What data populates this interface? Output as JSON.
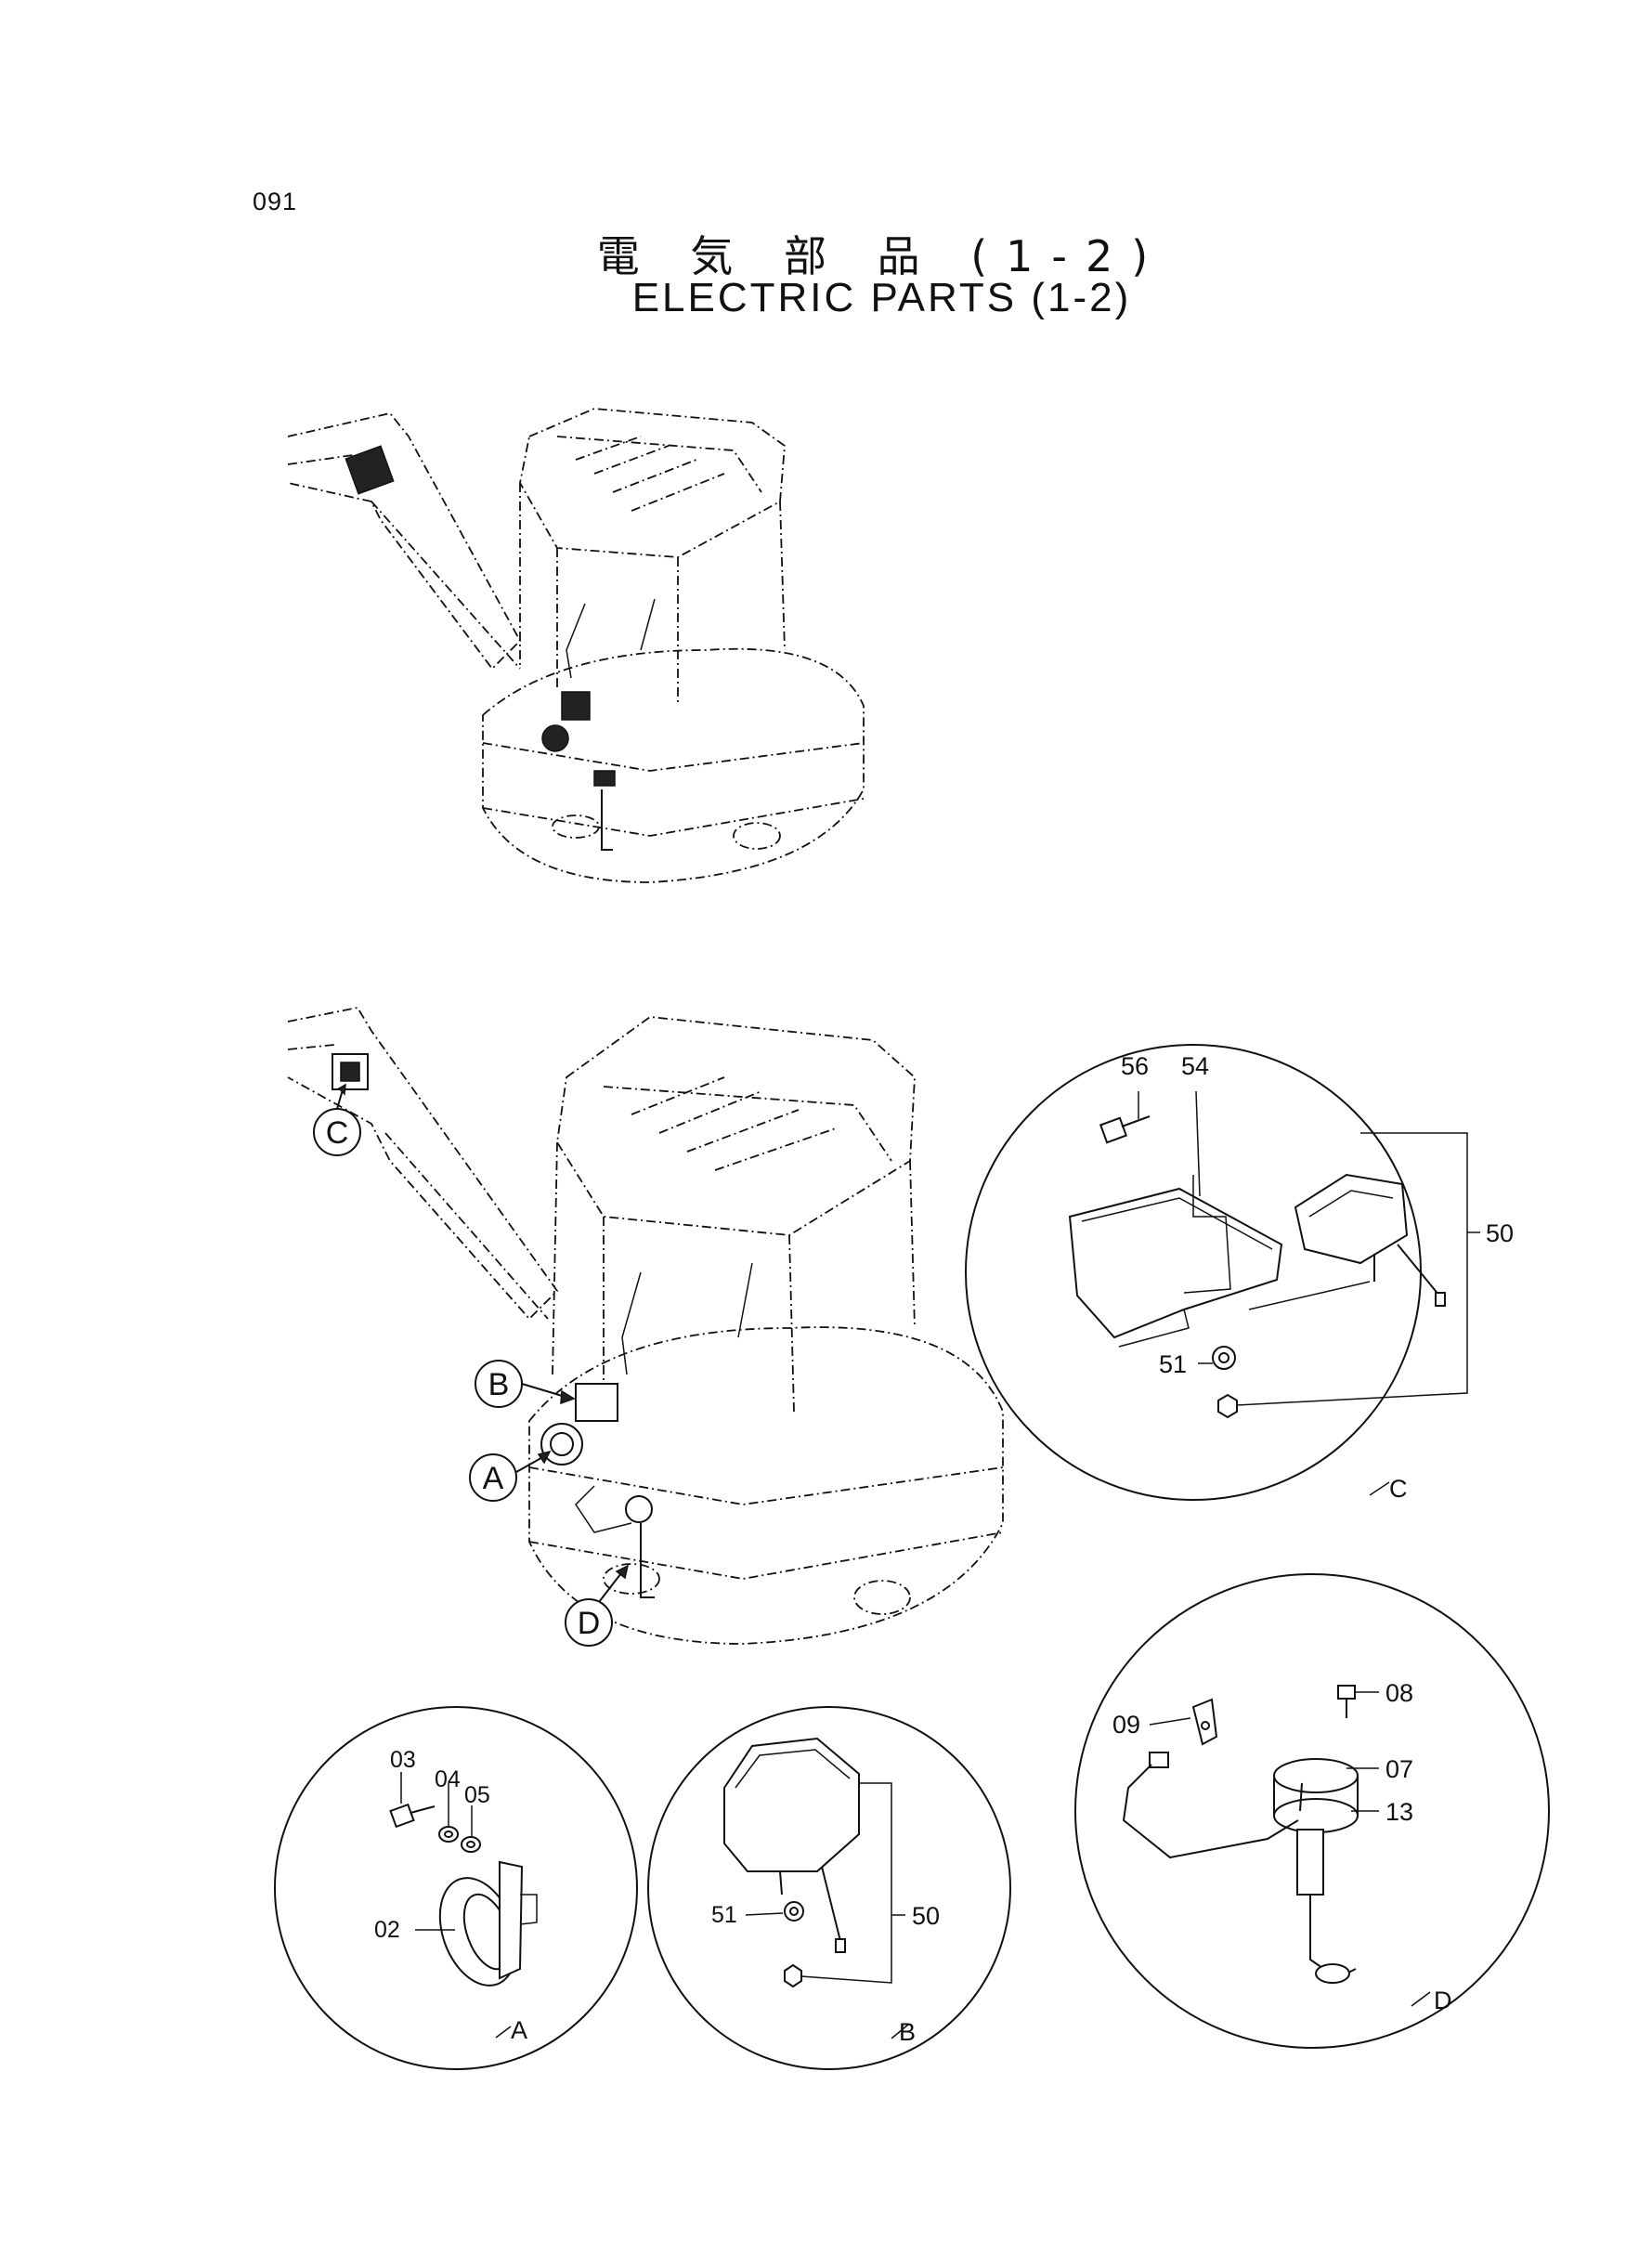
{
  "page": {
    "number": "091",
    "title_jp": "電 気 部 品 (1-2)",
    "title_en": "ELECTRIC  PARTS  (1-2)"
  },
  "main_view": {
    "callouts": [
      "C",
      "B",
      "A",
      "D"
    ]
  },
  "detail_c": {
    "letter": "C",
    "parts": [
      "56",
      "54",
      "50",
      "51"
    ]
  },
  "detail_a": {
    "letter": "A",
    "parts": [
      "03",
      "04",
      "05",
      "02"
    ]
  },
  "detail_b": {
    "letter": "B",
    "parts": [
      "50",
      "51"
    ]
  },
  "detail_d": {
    "letter": "D",
    "parts": [
      "09",
      "08",
      "07",
      "13"
    ]
  }
}
